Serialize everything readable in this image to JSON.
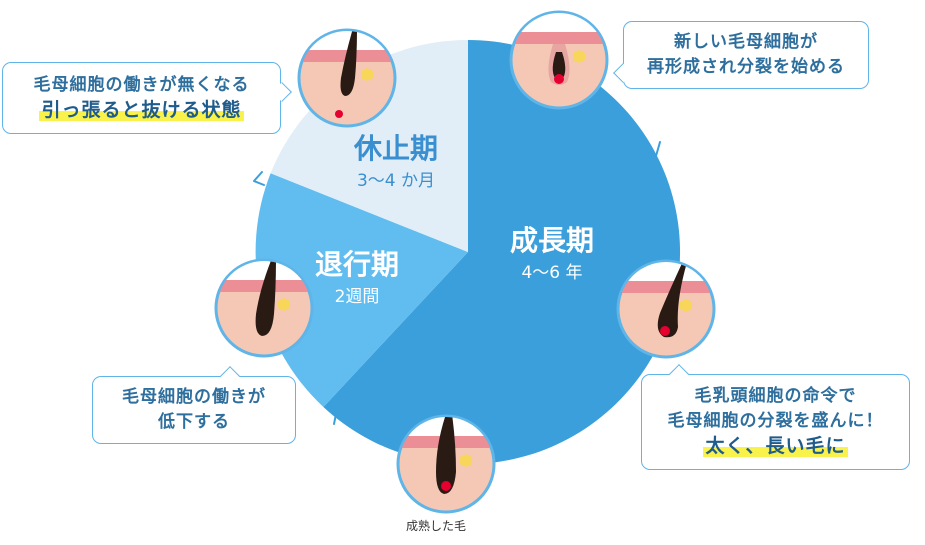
{
  "phases": {
    "growth": {
      "name": "成長期",
      "duration": "4〜6 年"
    },
    "regression": {
      "name": "退行期",
      "duration": "2週間"
    },
    "rest": {
      "name": "休止期",
      "duration": "3〜4 か月"
    }
  },
  "callouts": {
    "top_right": {
      "line1": "新しい毛母細胞が",
      "line2": "再形成され分裂を始める"
    },
    "bottom_right": {
      "line1": "毛乳頭細胞の命令で",
      "line2": "毛母細胞の分裂を盛んに！",
      "highlight": "太く、長い毛に"
    },
    "bottom_left": {
      "line1": "毛母細胞の働きが",
      "line2": "低下する"
    },
    "top_left": {
      "line1": "毛母細胞の働きが無くなる",
      "highlight": "引っ張ると抜ける状態"
    }
  },
  "captions": {
    "mature_hair": "成熟した毛"
  },
  "colors": {
    "growth": "#3a9fdb",
    "regression": "#61bdf0",
    "rest": "#e2eef7",
    "callout_border": "#5fb4e8",
    "highlight": "#f8f24a",
    "papilla": "#e5002f"
  },
  "icons": [
    "hair-follicle-icon",
    "cycle-arrow-icon"
  ]
}
